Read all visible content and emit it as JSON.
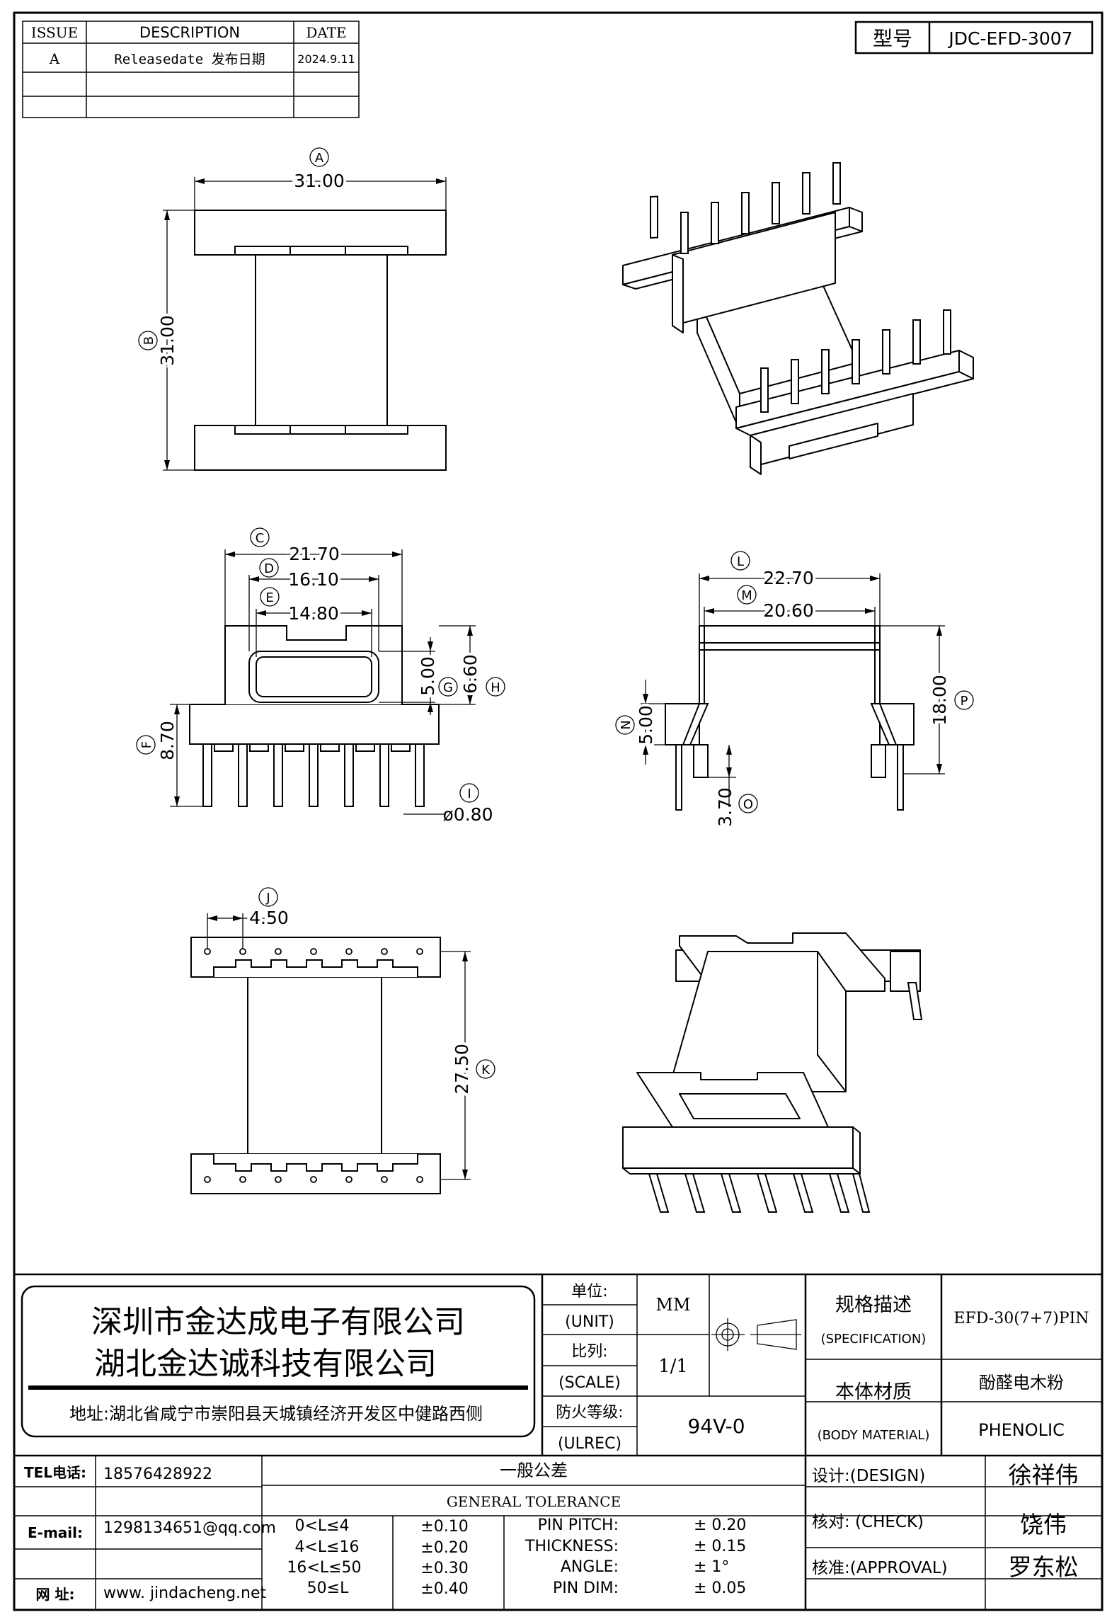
{
  "model_box": {
    "label": "型号",
    "value": "JDC-EFD-3007"
  },
  "revision_table": {
    "headers": [
      "ISSUE",
      "DESCRIPTION",
      "DATE"
    ],
    "rows": [
      {
        "issue": "A",
        "description": "Releasedate 发布日期",
        "date": "2024.9.11"
      }
    ]
  },
  "top_view": {
    "dimensions": [
      {
        "tag": "A",
        "value": "31.00"
      },
      {
        "tag": "B",
        "value": "31.00"
      }
    ]
  },
  "front_view": {
    "dimensions": [
      {
        "tag": "C",
        "value": "21.70"
      },
      {
        "tag": "D",
        "value": "16.10"
      },
      {
        "tag": "E",
        "value": "14.80"
      },
      {
        "tag": "F",
        "value": "8.70"
      },
      {
        "tag": "G",
        "value": "5.00"
      },
      {
        "tag": "H",
        "value": "6.60"
      },
      {
        "tag": "I",
        "value": "ø0.80"
      }
    ]
  },
  "side_view": {
    "dimensions": [
      {
        "tag": "L",
        "value": "22.70"
      },
      {
        "tag": "M",
        "value": "20.60"
      },
      {
        "tag": "N",
        "value": "5.00"
      },
      {
        "tag": "P",
        "value": "18.00"
      },
      {
        "tag": "O",
        "value": "3.70"
      }
    ]
  },
  "bottom_view": {
    "dimensions": [
      {
        "tag": "J",
        "value": "4.50"
      },
      {
        "tag": "K",
        "value": "27.50"
      }
    ]
  },
  "title_block": {
    "company_1": "深圳市金达成电子有限公司",
    "company_2": "湖北金达诚科技有限公司",
    "address": "地址:湖北省咸宁市崇阳县天城镇经济开发区中健路西侧",
    "unit_label_cn": "单位:",
    "unit_label_en": "(UNIT)",
    "unit_value": "MM",
    "scale_label_cn": "比列:",
    "scale_label_en": "(SCALE)",
    "scale_value": "1/1",
    "fire_label_cn": "防火等级:",
    "fire_label_en": "(ULREC)",
    "fire_value": "94V-0",
    "spec_label_cn": "规格描述",
    "spec_label_en": "(SPECIFICATION)",
    "spec_value": "EFD-30(7+7)PIN",
    "material_label_cn": "本体材质",
    "material_label_en": "(BODY MATERIAL)",
    "material_value_cn": "酚醛电木粉",
    "material_value_en": "PHENOLIC",
    "tel_label": "TEL电话:",
    "tel_value": "18576428922",
    "email_label": "E-mail:",
    "email_value": "1298134651@qq.com",
    "web_label": "网    址:",
    "web_value": "www. jindacheng.net",
    "tolerance_title_cn": "一般公差",
    "tolerance_title_en": "GENERAL TOLERANCE",
    "tolerances": [
      {
        "range": "0<L≤4",
        "tol": "±0.10"
      },
      {
        "range": "4<L≤16",
        "tol": "±0.20"
      },
      {
        "range": "16<L≤50",
        "tol": "±0.30"
      },
      {
        "range": "50≤L",
        "tol": "±0.40"
      }
    ],
    "specs": [
      {
        "name": "PIN PITCH:",
        "value": "±  0.20"
      },
      {
        "name": "THICKNESS:",
        "value": "±  0.15"
      },
      {
        "name": "ANGLE:",
        "value": "±  1°"
      },
      {
        "name": "PIN DIM:",
        "value": "±  0.05"
      }
    ],
    "design_label": "设计:(DESIGN)",
    "design_value": "徐祥伟",
    "check_label": "核对: (CHECK)",
    "check_value": "饶伟",
    "approval_label": "核准:(APPROVAL)",
    "approval_value": "罗东松"
  }
}
